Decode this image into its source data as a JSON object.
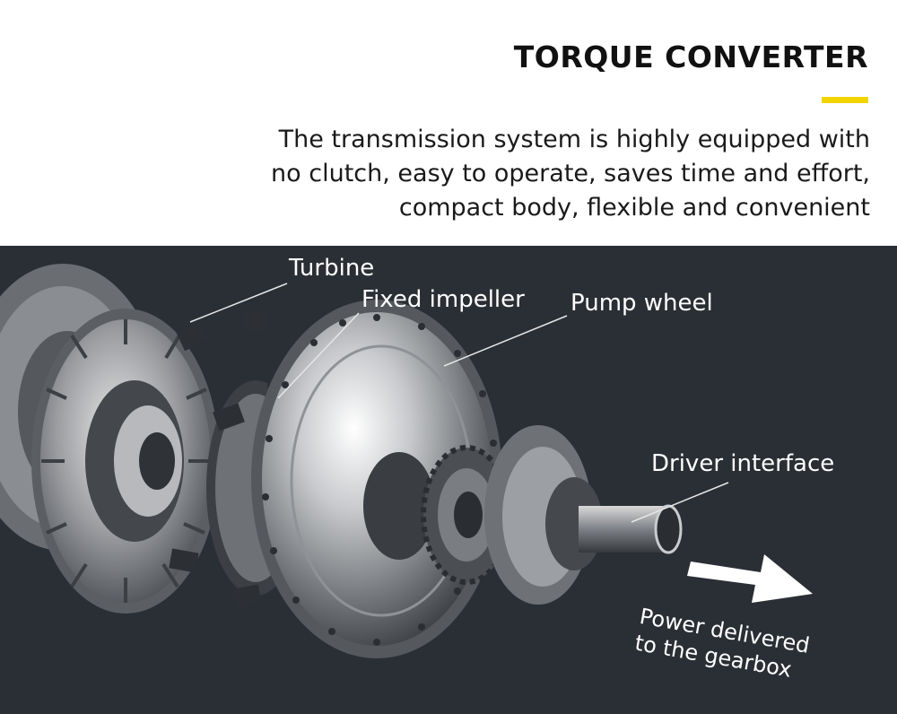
{
  "header": {
    "title": "TORQUE CONVERTER",
    "accent_color": "#f2d500",
    "description_lines": [
      "The transmission system is highly equipped with",
      "no clutch, easy to operate, saves time and effort,",
      "compact body, flexible and convenient"
    ]
  },
  "diagram": {
    "background_color": "#2a2f35",
    "labels": {
      "turbine": "Turbine",
      "fixed_impeller": "Fixed impeller",
      "pump_wheel": "Pump wheel",
      "driver_interface": "Driver interface"
    },
    "power_note_lines": [
      "Power delivered",
      "to the gearbox"
    ]
  }
}
